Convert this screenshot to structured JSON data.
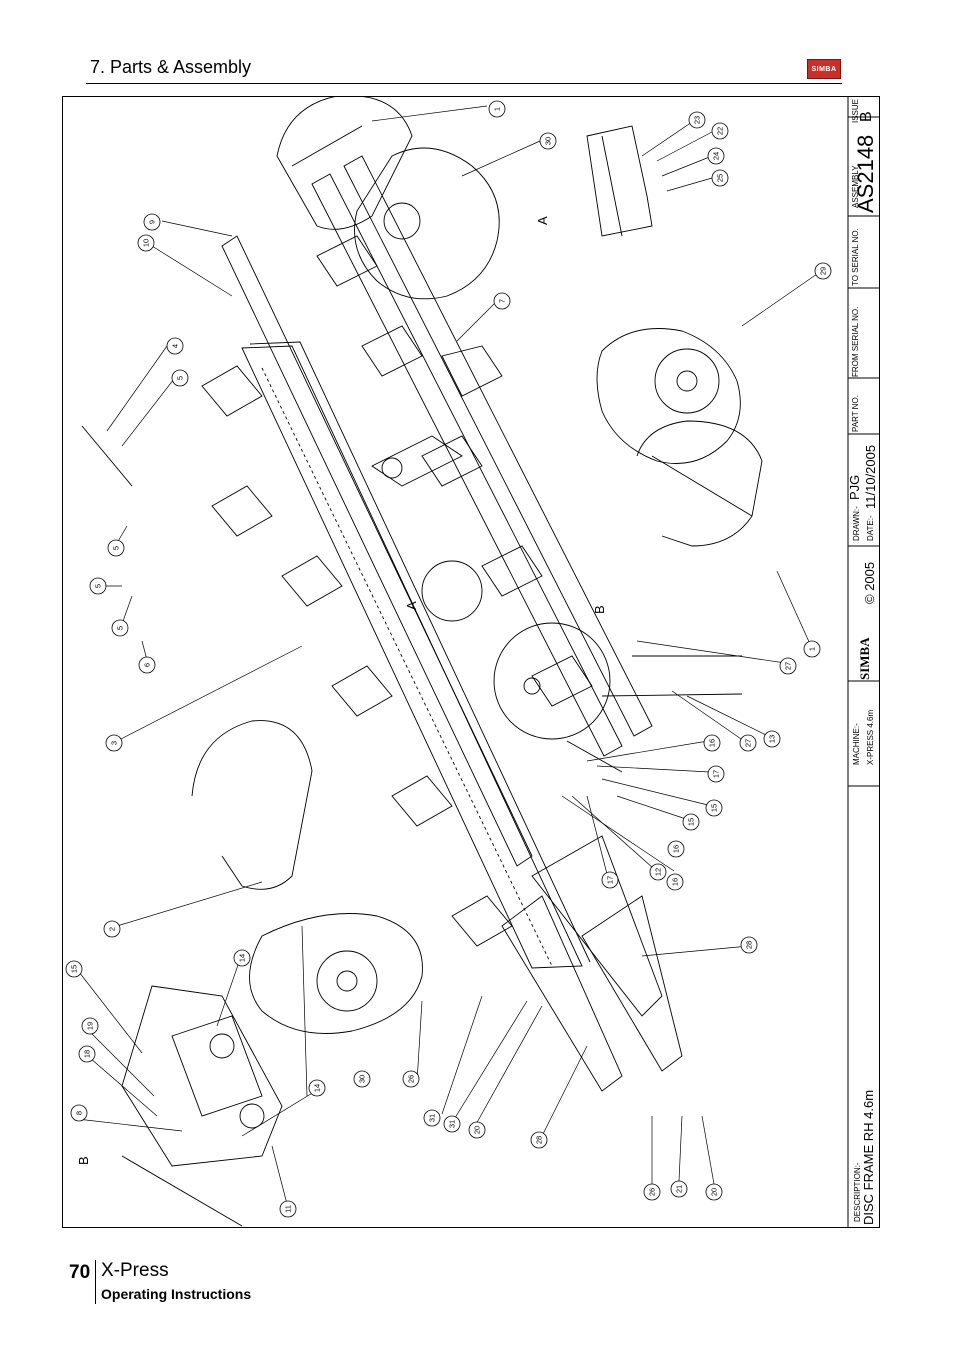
{
  "header": {
    "section_title": "7. Parts & Assembly",
    "logo_text": "SIMBA"
  },
  "footer": {
    "page_number": "70",
    "product": "X-Press",
    "subtitle": "Operating Instructions"
  },
  "title_block": {
    "issue_label": "ISSUE",
    "issue_value": "B",
    "assembly_label": "ASSEMBLY",
    "assembly_value": "AS2148",
    "to_serial_label": "TO SERIAL NO.",
    "from_serial_label": "FROM SERIAL NO.",
    "part_no_label": "PART NO.",
    "drawn_label": "DRAWN:-",
    "drawn_value": "PJG",
    "date_label": "DATE:-",
    "date_value": "11/10/2005",
    "copyright": "© 2005",
    "brand": "SIMBA",
    "machine_label": "MACHINE:-",
    "machine_value": "X-PRESS 4.6m",
    "description_label": "DESCRIPTION:-",
    "description_value": "DISC FRAME RH 4.6m"
  },
  "view_labels": [
    "A",
    "A",
    "B",
    "B"
  ],
  "balloons": [
    "1",
    "30",
    "23",
    "22",
    "24",
    "25",
    "9",
    "10",
    "7",
    "29",
    "4",
    "5",
    "5",
    "5",
    "5",
    "6",
    "3",
    "1",
    "27",
    "27",
    "13",
    "16",
    "17",
    "15",
    "15",
    "16",
    "12",
    "17",
    "16",
    "2",
    "28",
    "14",
    "15",
    "19",
    "18",
    "8",
    "30",
    "26",
    "31",
    "31",
    "20",
    "14",
    "11",
    "28",
    "26",
    "21",
    "20"
  ],
  "colors": {
    "logo_red": "#c8302a"
  }
}
